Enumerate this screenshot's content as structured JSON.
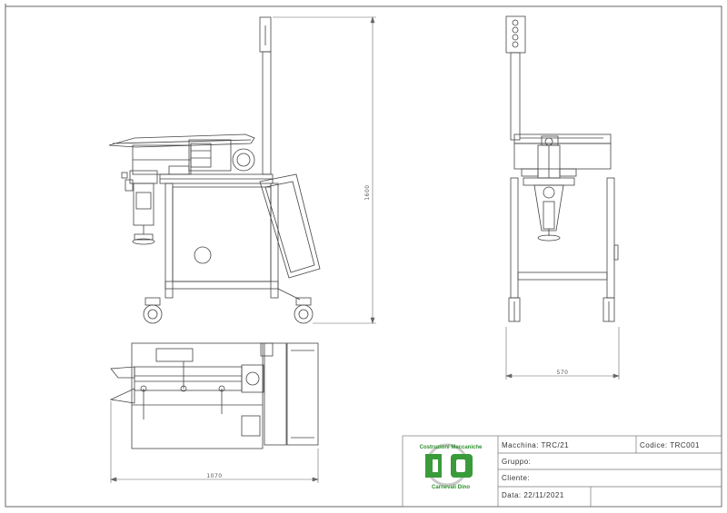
{
  "dimensions": {
    "height": "1600",
    "depth": "570",
    "length": "1070"
  },
  "title_block": {
    "machine_label": "Macchina: TRC/21",
    "code_label": "Codice: TRC001",
    "group_label": "Gruppo:",
    "client_label": "Cliente:",
    "date_label": "Data: 22/11/2021"
  },
  "logo": {
    "top_text": "Costruzioni Meccaniche",
    "bottom_text": "Carnevali Dino",
    "mark": "CD",
    "color": "#2f8f2f"
  }
}
